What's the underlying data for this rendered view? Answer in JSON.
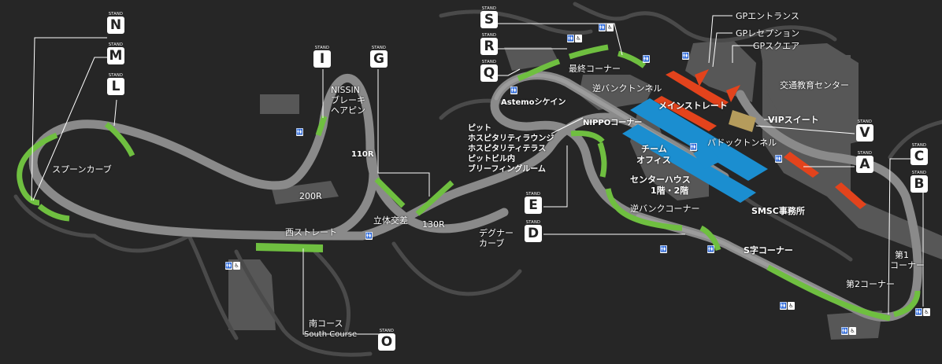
{
  "colors": {
    "background": "#262626",
    "track": "#8a8a8a",
    "buildings": "#5e5e5e",
    "stand_green": "#6fbf40",
    "stand_red": "#e3431c",
    "paddock_blue": "#1b8ed0",
    "vip_tan": "#b59c5c"
  },
  "stands": [
    "N",
    "M",
    "L",
    "I",
    "G",
    "S",
    "R",
    "Q",
    "E",
    "D",
    "V",
    "A",
    "C",
    "B",
    "O"
  ],
  "stand_caption": "STAND",
  "labels": {
    "gp_entrance": "GPエントランス",
    "gp_reception": "GPレセプション",
    "gp_square": "GPスクエア",
    "traffic_center": "交通教育センター",
    "final_corner": "最終コーナー",
    "reverse_bank_tunnel": "逆バンクトンネル",
    "main_straight": "メインストレート",
    "vip_suite": "VIPスイート",
    "astemo_chicane": "Astemoシケイン",
    "nippo_corner": "NIPPOコーナー",
    "paddock_tunnel": "パドックトンネル",
    "nissin_1": "NISSIN",
    "nissin_2": "ブレーキ",
    "nissin_3": "ヘアピン",
    "pit_1": "ピット",
    "pit_2": "ホスピタリティラウンジ",
    "pit_3": "ホスピタリティテラス",
    "pit_4": "ピットビル内",
    "pit_5": "ブリーフィングルーム",
    "team_office_1": "チーム",
    "team_office_2": "オフィス",
    "center_house_1": "センターハウス",
    "center_house_2": "1階・2階",
    "smsc_office": "SMSC事務所",
    "spoon_curve": "スプーンカーブ",
    "r110": "110R",
    "r200": "200R",
    "r130": "130R",
    "crossover": "立体交差",
    "degner_1": "デグナー",
    "degner_2": "カーブ",
    "reverse_bank_corner": "逆バンクコーナー",
    "west_straight": "西ストレート",
    "s_curves": "S字コーナー",
    "turn1_1": "第1",
    "turn1_2": "コーナー",
    "turn2": "第2コーナー",
    "south_course_jp": "南コース",
    "south_course_en": "South Course"
  },
  "facility_icons": [
    "restroom-icon",
    "wheelchair-icon"
  ]
}
